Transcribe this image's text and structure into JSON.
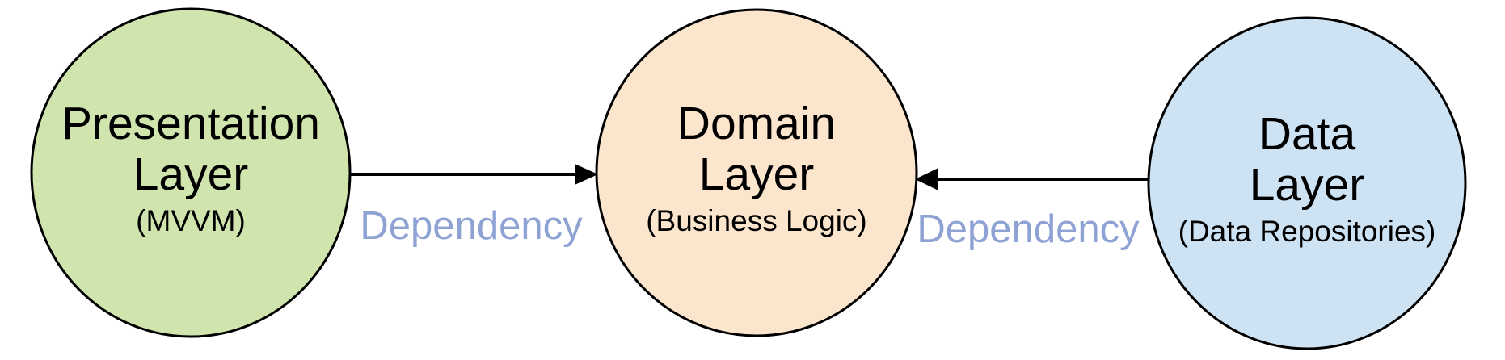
{
  "diagram": {
    "type": "architecture-layers",
    "background": "#ffffff",
    "stroke_color": "#000000",
    "edge_label_color": "#8ea2d3",
    "nodes": [
      {
        "id": "presentation-layer",
        "line1": "Presentation",
        "line2": "Layer",
        "subtitle": "(MVVM)",
        "fill": "#cfe5ad"
      },
      {
        "id": "domain-layer",
        "line1": "Domain",
        "line2": "Layer",
        "subtitle": "(Business Logic)",
        "fill": "#fbe5cd"
      },
      {
        "id": "data-layer",
        "line1": "Data",
        "line2": "Layer",
        "subtitle": "(Data Repositories)",
        "fill": "#cde2f2"
      }
    ],
    "edges": [
      {
        "label": "Dependency",
        "from": "presentation-layer",
        "to": "domain-layer"
      },
      {
        "label": "Dependency",
        "from": "data-layer",
        "to": "domain-layer"
      }
    ]
  }
}
